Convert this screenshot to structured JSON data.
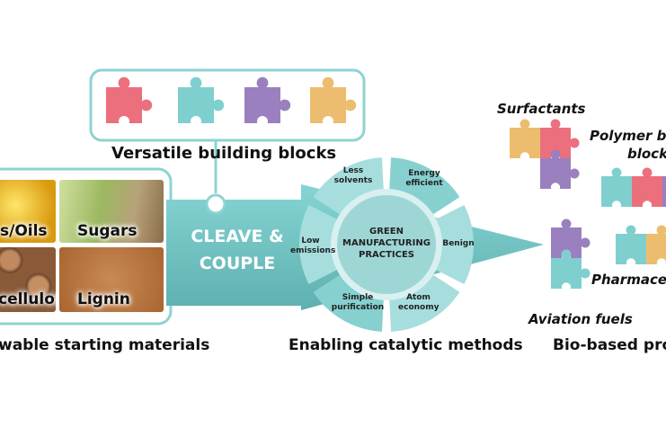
{
  "building_blocks": {
    "label": "Versatile building blocks",
    "pieces": [
      "#ec6f7d",
      "#7fcfcf",
      "#9a80be",
      "#ecbd6e"
    ]
  },
  "starting_materials": {
    "label": "wable starting materials",
    "items": [
      "s/Oils",
      "Sugars",
      "cellulose",
      "Lignin"
    ]
  },
  "process": {
    "line1": "CLEAVE &",
    "line2": "COUPLE"
  },
  "cycle": {
    "center": "GREEN MANUFACTURING PRACTICES",
    "segments": [
      "Less solvents",
      "Energy efficient",
      "Benign",
      "Atom economy",
      "Simple purification",
      "Low emissions"
    ],
    "label": "Enabling catalytic methods"
  },
  "products": {
    "label": "Bio-based pro",
    "items": [
      "Surfactants",
      "Polymer bu",
      "block",
      "Pharmaceu",
      "Aviation fuels"
    ]
  },
  "colors": {
    "teal": "#7fcfcf",
    "pink": "#ec6f7d",
    "purple": "#9a80be",
    "orange": "#ecbd6e"
  }
}
